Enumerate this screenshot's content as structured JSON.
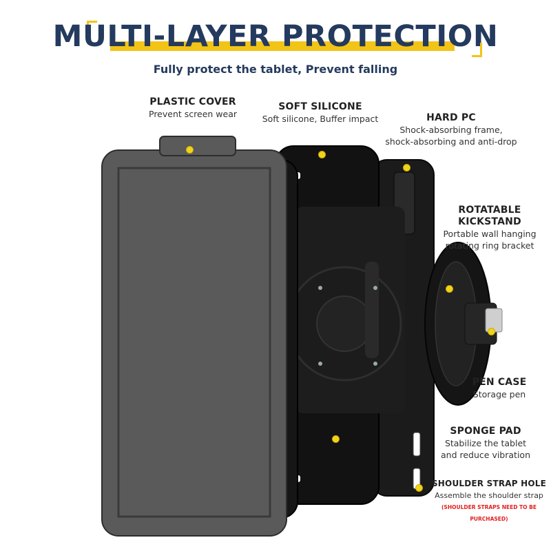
{
  "header": {
    "title": "MULTI-LAYER PROTECTION",
    "subtitle": "Fully protect the tablet, Prevent falling"
  },
  "colors": {
    "accent": "#f2c417",
    "title": "#243a5e",
    "warning": "#e02020"
  },
  "features": {
    "plastic_cover": {
      "title": "PLASTIC COVER",
      "desc": "Prevent screen wear"
    },
    "soft_silicone": {
      "title": "SOFT SILICONE",
      "desc": "Soft silicone, Buffer impact"
    },
    "hard_pc": {
      "title": "HARD PC",
      "desc1": "Shock-absorbing frame,",
      "desc2": "shock-absorbing and anti-drop"
    },
    "kickstand": {
      "title": "ROTATABLE KICKSTAND",
      "desc1": "Portable wall hanging",
      "desc2": "rotating ring bracket"
    },
    "pen_case": {
      "title": "PEN CASE",
      "desc": "Storage pen"
    },
    "sponge_pad": {
      "title": "SPONGE PAD",
      "desc1": "Stabilize the tablet",
      "desc2": "and reduce vibration"
    },
    "strap_hole": {
      "title": "SHOULDER STRAP HOLE",
      "desc": "Assemble the shoulder strap",
      "note": "(SHOULDER STRAPS NEED TO BE PURCHASED)"
    }
  }
}
